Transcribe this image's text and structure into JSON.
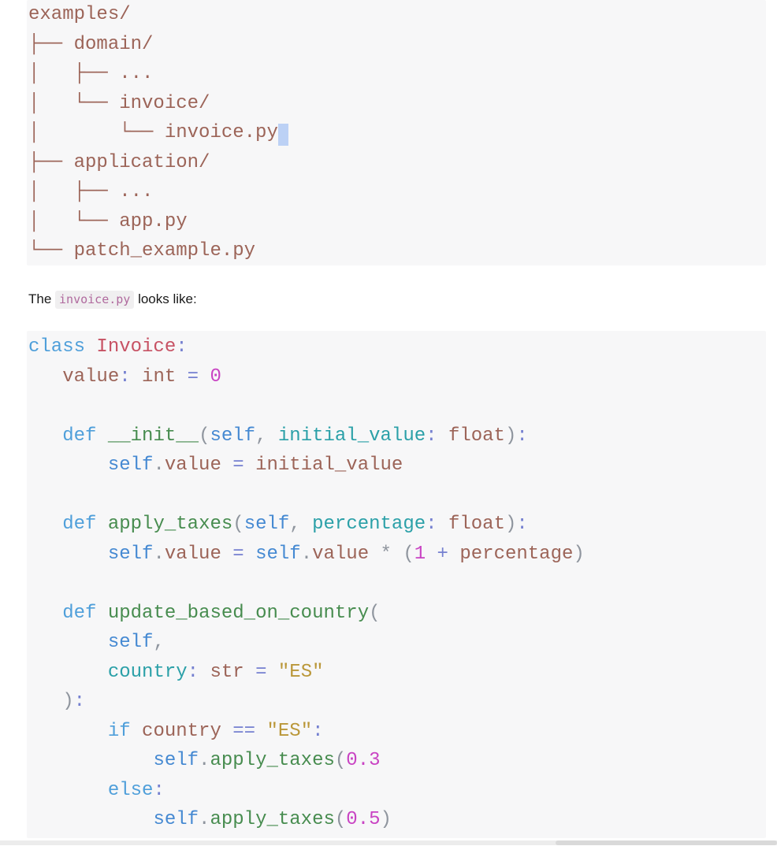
{
  "tree_block": {
    "bg": "#f7f7f8",
    "text_color": "#9c6458",
    "cursor_color": "#bcd1f5",
    "cursor_line_index": 4,
    "lines": [
      "examples/",
      "├── domain/",
      "│   ├── ...",
      "│   └── invoice/",
      "│       └── invoice.py",
      "├── application/",
      "│   ├── ...",
      "│   └── app.py",
      "└── patch_example.py"
    ]
  },
  "paragraph": {
    "prefix": "The ",
    "inline_code": "invoice.py",
    "suffix": " looks like:",
    "inline_code_color": "#b06a9e",
    "inline_code_bg": "#f0eff0"
  },
  "code_block": {
    "bg": "#f7f7f8",
    "palette": {
      "kw": "#4f9fda",
      "self": "#4589d2",
      "cls": "#c75264",
      "fn": "#478c4f",
      "param": "#2ba0a8",
      "name": "#9c6458",
      "num": "#c943c3",
      "str": "#ba9739",
      "op": "#7580d0",
      "punc": "#8f959e",
      "plain": "#9c6458"
    },
    "lines": [
      [
        [
          "kw",
          "class"
        ],
        [
          "plain",
          " "
        ],
        [
          "cls",
          "Invoice"
        ],
        [
          "op",
          ":"
        ]
      ],
      [
        [
          "plain",
          "   "
        ],
        [
          "name",
          "value"
        ],
        [
          "op",
          ":"
        ],
        [
          "plain",
          " "
        ],
        [
          "name",
          "int"
        ],
        [
          "plain",
          " "
        ],
        [
          "op",
          "="
        ],
        [
          "plain",
          " "
        ],
        [
          "num",
          "0"
        ]
      ],
      [],
      [
        [
          "plain",
          "   "
        ],
        [
          "kw",
          "def"
        ],
        [
          "plain",
          " "
        ],
        [
          "fn",
          "__init__"
        ],
        [
          "punc",
          "("
        ],
        [
          "self",
          "self"
        ],
        [
          "punc",
          ","
        ],
        [
          "plain",
          " "
        ],
        [
          "param",
          "initial_value"
        ],
        [
          "op",
          ":"
        ],
        [
          "plain",
          " "
        ],
        [
          "name",
          "float"
        ],
        [
          "punc",
          ")"
        ],
        [
          "op",
          ":"
        ]
      ],
      [
        [
          "plain",
          "       "
        ],
        [
          "self",
          "self"
        ],
        [
          "punc",
          "."
        ],
        [
          "name",
          "value"
        ],
        [
          "plain",
          " "
        ],
        [
          "op",
          "="
        ],
        [
          "plain",
          " "
        ],
        [
          "name",
          "initial_value"
        ]
      ],
      [],
      [
        [
          "plain",
          "   "
        ],
        [
          "kw",
          "def"
        ],
        [
          "plain",
          " "
        ],
        [
          "fn",
          "apply_taxes"
        ],
        [
          "punc",
          "("
        ],
        [
          "self",
          "self"
        ],
        [
          "punc",
          ","
        ],
        [
          "plain",
          " "
        ],
        [
          "param",
          "percentage"
        ],
        [
          "op",
          ":"
        ],
        [
          "plain",
          " "
        ],
        [
          "name",
          "float"
        ],
        [
          "punc",
          ")"
        ],
        [
          "op",
          ":"
        ]
      ],
      [
        [
          "plain",
          "       "
        ],
        [
          "self",
          "self"
        ],
        [
          "punc",
          "."
        ],
        [
          "name",
          "value"
        ],
        [
          "plain",
          " "
        ],
        [
          "op",
          "="
        ],
        [
          "plain",
          " "
        ],
        [
          "self",
          "self"
        ],
        [
          "punc",
          "."
        ],
        [
          "name",
          "value"
        ],
        [
          "plain",
          " "
        ],
        [
          "punc",
          "*"
        ],
        [
          "plain",
          " "
        ],
        [
          "punc",
          "("
        ],
        [
          "num",
          "1"
        ],
        [
          "plain",
          " "
        ],
        [
          "op",
          "+"
        ],
        [
          "plain",
          " "
        ],
        [
          "name",
          "percentage"
        ],
        [
          "punc",
          ")"
        ]
      ],
      [],
      [
        [
          "plain",
          "   "
        ],
        [
          "kw",
          "def"
        ],
        [
          "plain",
          " "
        ],
        [
          "fn",
          "update_based_on_country"
        ],
        [
          "punc",
          "("
        ]
      ],
      [
        [
          "plain",
          "       "
        ],
        [
          "self",
          "self"
        ],
        [
          "punc",
          ","
        ]
      ],
      [
        [
          "plain",
          "       "
        ],
        [
          "param",
          "country"
        ],
        [
          "op",
          ":"
        ],
        [
          "plain",
          " "
        ],
        [
          "name",
          "str"
        ],
        [
          "plain",
          " "
        ],
        [
          "op",
          "="
        ],
        [
          "plain",
          " "
        ],
        [
          "str",
          "\"ES\""
        ]
      ],
      [
        [
          "plain",
          "   "
        ],
        [
          "punc",
          ")"
        ],
        [
          "op",
          ":"
        ]
      ],
      [
        [
          "plain",
          "       "
        ],
        [
          "kw",
          "if"
        ],
        [
          "plain",
          " "
        ],
        [
          "name",
          "country"
        ],
        [
          "plain",
          " "
        ],
        [
          "op",
          "=="
        ],
        [
          "plain",
          " "
        ],
        [
          "str",
          "\"ES\""
        ],
        [
          "op",
          ":"
        ]
      ],
      [
        [
          "plain",
          "           "
        ],
        [
          "self",
          "self"
        ],
        [
          "punc",
          "."
        ],
        [
          "fn",
          "apply_taxes"
        ],
        [
          "punc",
          "("
        ],
        [
          "num",
          "0.3"
        ]
      ],
      [
        [
          "plain",
          "       "
        ],
        [
          "kw",
          "else"
        ],
        [
          "op",
          ":"
        ]
      ],
      [
        [
          "plain",
          "           "
        ],
        [
          "self",
          "self"
        ],
        [
          "punc",
          "."
        ],
        [
          "fn",
          "apply_taxes"
        ],
        [
          "punc",
          "("
        ],
        [
          "num",
          "0.5"
        ],
        [
          "punc",
          ")"
        ]
      ]
    ]
  },
  "scrollbar": {
    "track_color": "#ececec",
    "thumb_color": "#d9d9d9"
  }
}
